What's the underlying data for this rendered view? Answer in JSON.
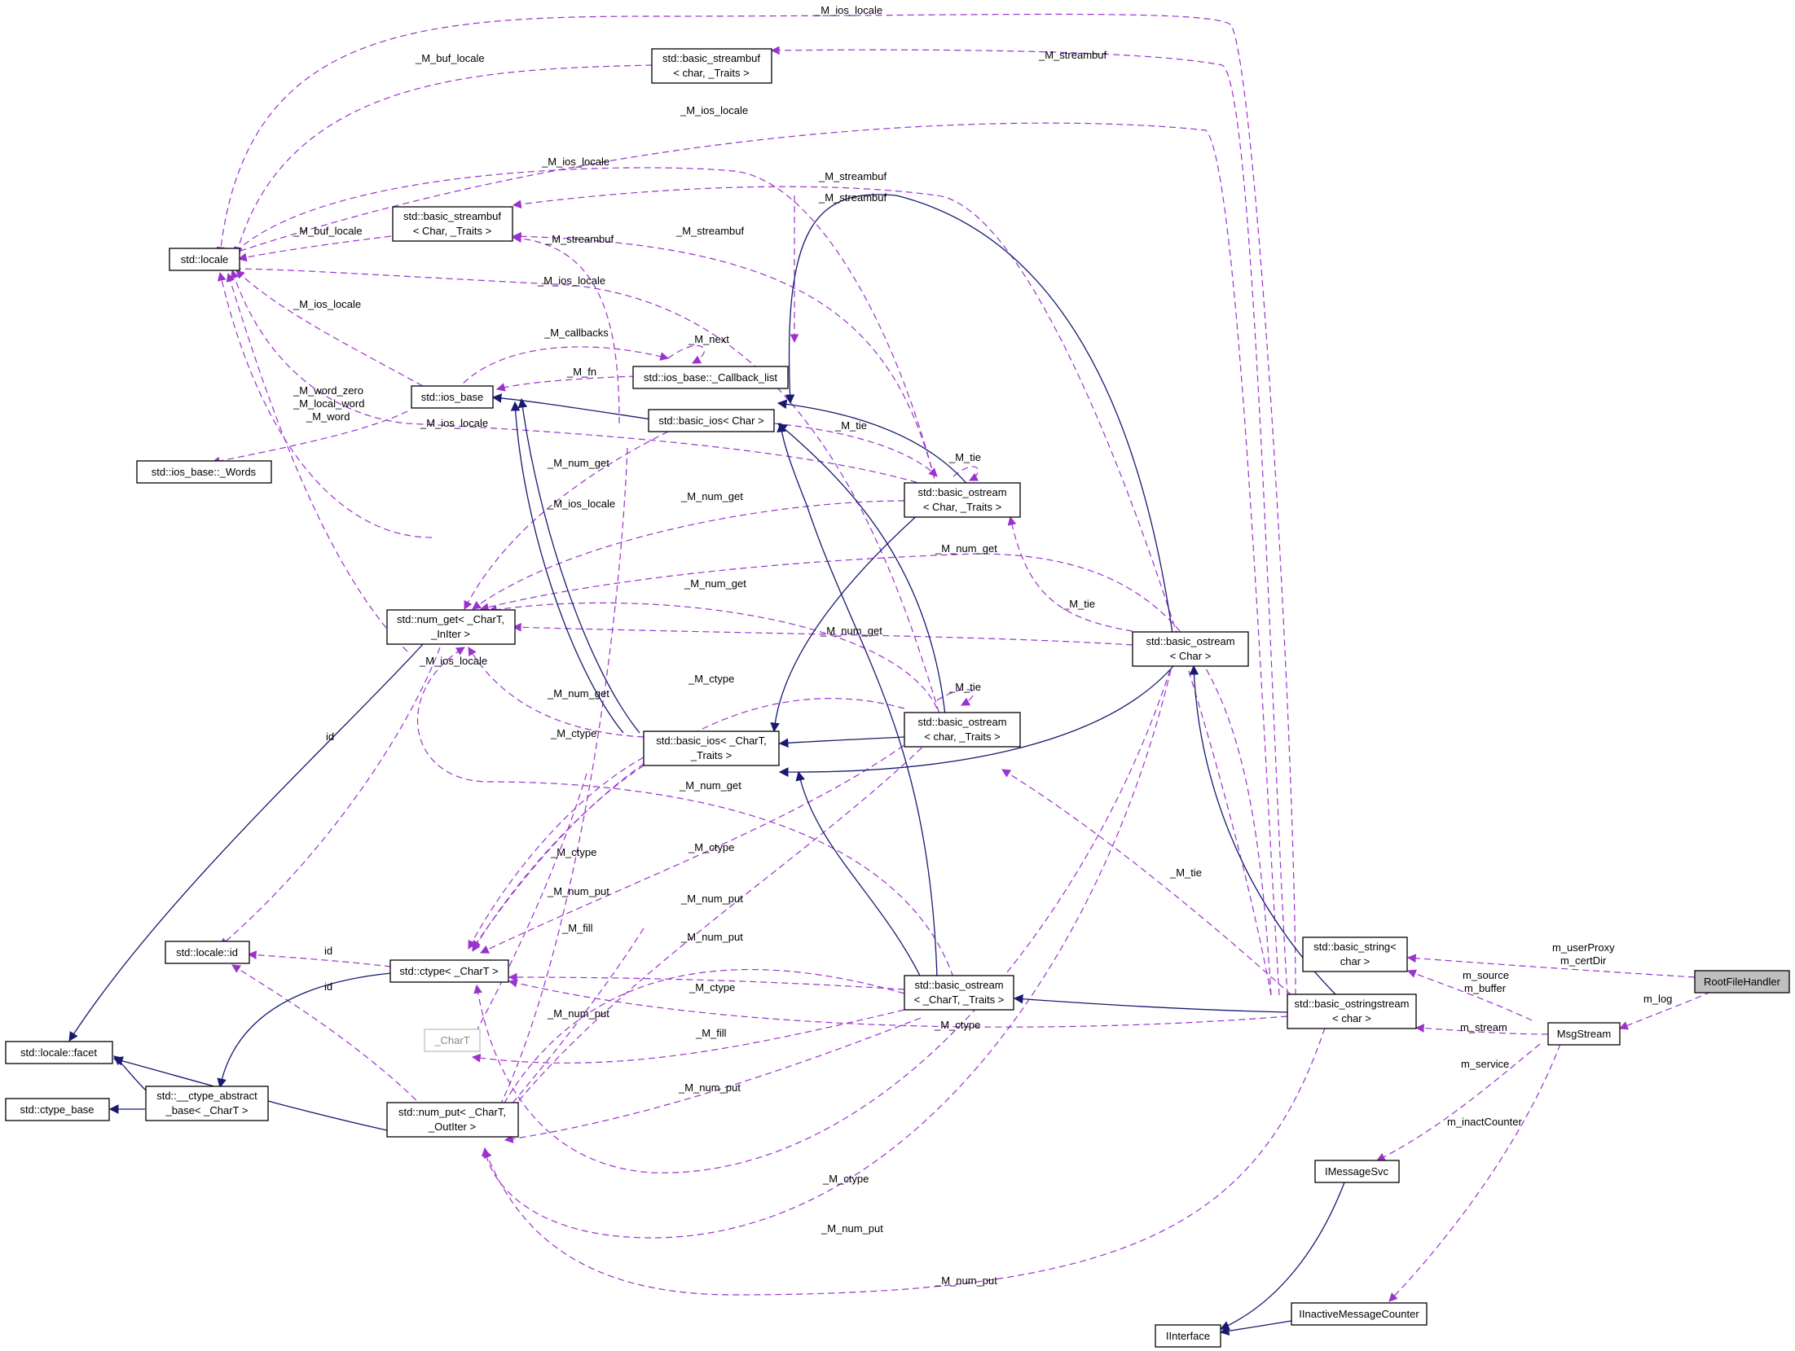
{
  "colors": {
    "inheritance": "#191970",
    "usage": "#9a32cd",
    "root_fill": "#bfbfbf"
  },
  "nodes": [
    {
      "id": "locale",
      "lines": [
        "std::locale"
      ]
    },
    {
      "id": "streambuf_char_traits",
      "lines": [
        "std::basic_streambuf",
        "< char, _Traits >"
      ]
    },
    {
      "id": "streambuf_Char",
      "lines": [
        "std::basic_streambuf",
        "< Char, _Traits >"
      ]
    },
    {
      "id": "ios_base",
      "lines": [
        "std::ios_base"
      ]
    },
    {
      "id": "callback_list",
      "lines": [
        "std::ios_base::_Callback_list"
      ]
    },
    {
      "id": "words",
      "lines": [
        "std::ios_base::_Words"
      ]
    },
    {
      "id": "basic_ios_Char",
      "lines": [
        "std::basic_ios< Char >"
      ]
    },
    {
      "id": "ostream_Char_traits",
      "lines": [
        "std::basic_ostream",
        "< Char, _Traits >"
      ]
    },
    {
      "id": "num_get",
      "lines": [
        "std::num_get< _CharT,",
        "_InIter >"
      ]
    },
    {
      "id": "basic_ostream_Char",
      "lines": [
        "std::basic_ostream",
        "< Char >"
      ]
    },
    {
      "id": "ostream_char_traits",
      "lines": [
        "std::basic_ostream",
        "< char, _Traits >"
      ]
    },
    {
      "id": "basic_ios_CharT",
      "lines": [
        "std::basic_ios< _CharT,",
        "_Traits >"
      ]
    },
    {
      "id": "locale_id",
      "lines": [
        "std::locale::id"
      ]
    },
    {
      "id": "ctype",
      "lines": [
        "std::ctype< _CharT >"
      ]
    },
    {
      "id": "ostream_CharT",
      "lines": [
        "std::basic_ostream",
        "< _CharT, _Traits >"
      ]
    },
    {
      "id": "CharT",
      "lines": [
        "_CharT"
      ]
    },
    {
      "id": "facet",
      "lines": [
        "std::locale::facet"
      ]
    },
    {
      "id": "ctype_abstract",
      "lines": [
        "std::__ctype_abstract",
        "_base< _CharT >"
      ]
    },
    {
      "id": "ctype_base",
      "lines": [
        "std::ctype_base"
      ]
    },
    {
      "id": "num_put",
      "lines": [
        "std::num_put< _CharT,",
        "_OutIter >"
      ]
    },
    {
      "id": "basic_string",
      "lines": [
        "std::basic_string<",
        "char >"
      ]
    },
    {
      "id": "ostringstream",
      "lines": [
        "std::basic_ostringstream",
        "< char >"
      ]
    },
    {
      "id": "root",
      "lines": [
        "RootFileHandler"
      ]
    },
    {
      "id": "msgstream",
      "lines": [
        "MsgStream"
      ]
    },
    {
      "id": "imessagesvc",
      "lines": [
        "IMessageSvc"
      ]
    },
    {
      "id": "iinactive",
      "lines": [
        "IInactiveMessageCounter"
      ]
    },
    {
      "id": "iinterface",
      "lines": [
        "IInterface"
      ]
    }
  ],
  "edge_labels": [
    "_M_ios_locale",
    "_M_streambuf",
    "_M_buf_locale",
    "_M_ios_locale",
    "_M_ios_locale",
    "_M_streambuf",
    "_M_streambuf",
    "_M_buf_locale",
    "_M_streambuf",
    "_M_streambuf",
    "_M_ios_locale",
    "_M_ios_locale",
    "_M_callbacks",
    "_M_next",
    "_M_fn",
    "_M_word_zero",
    "_M_local_word",
    "_M_word",
    "_M_ios_locale",
    "_M_tie",
    "_M_tie",
    "_M_num_get",
    "_M_ios_locale",
    "_M_num_get",
    "_M_num_get",
    "_M_num_get",
    "_M_tie",
    "_M_num_get",
    "_M_ios_locale",
    "_M_ctype",
    "_M_tie",
    "_M_num_get",
    "_M_ctype",
    "id",
    "_M_num_get",
    "_M_ctype",
    "_M_ctype",
    "_M_num_put",
    "_M_fill",
    "_M_num_put",
    "_M_num_put",
    "id",
    "id",
    "_M_ctype",
    "_M_num_put",
    "_M_fill",
    "_M_ctype",
    "_M_num_put",
    "_M_tie",
    "_M_ctype",
    "_M_num_put",
    "_M_num_put",
    "m_userProxy",
    "m_certDir",
    "m_source",
    "m_buffer",
    "m_log",
    "m_stream",
    "m_service",
    "m_inactCounter"
  ]
}
